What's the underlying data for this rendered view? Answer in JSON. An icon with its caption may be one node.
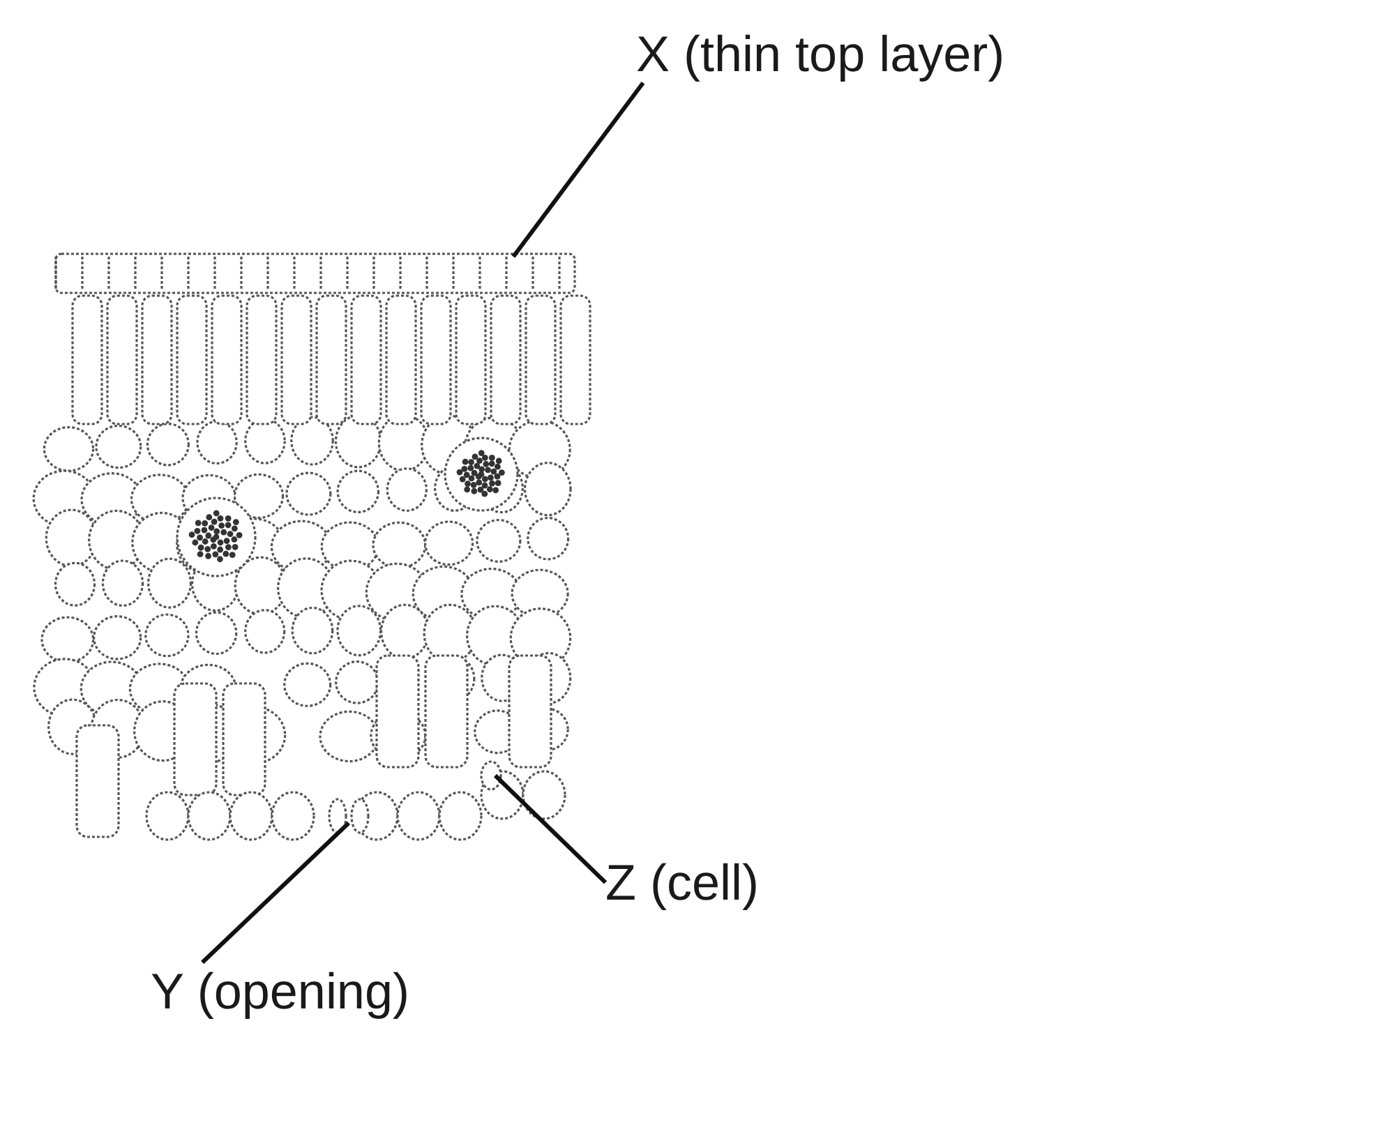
{
  "diagram": {
    "nodes": [
      {
        "text": [
          "X (thin top layer)"
        ]
      },
      {
        "text": [
          "Z (cell)"
        ]
      },
      {
        "text": [
          "Y (opening)"
        ]
      }
    ],
    "edges": [
      {
        "from": 0,
        "to": null,
        "arrow": "none"
      },
      {
        "from": 1,
        "to": null,
        "arrow": "none"
      },
      {
        "from": 2,
        "to": null,
        "arrow": "none"
      }
    ]
  }
}
